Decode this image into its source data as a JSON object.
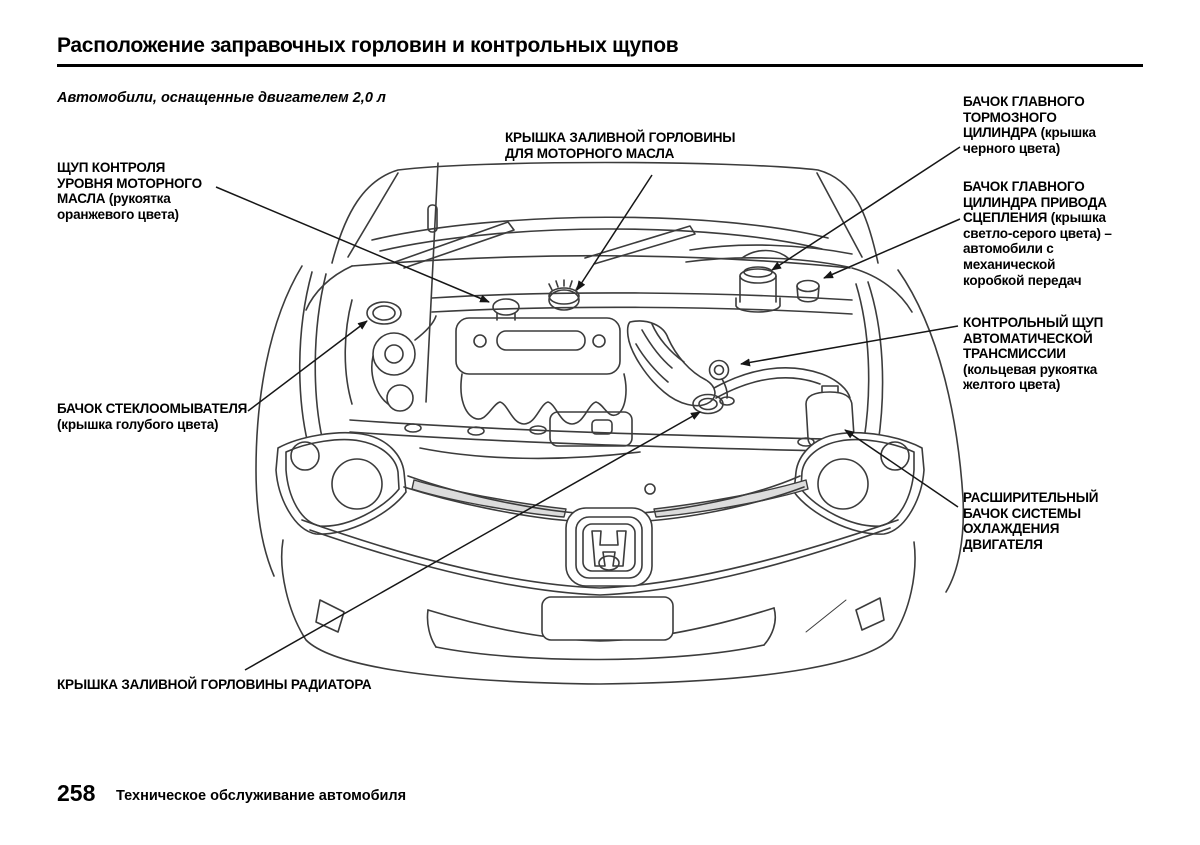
{
  "page": {
    "title": "Расположение заправочных горловин и контрольных щупов",
    "subtitle": "Автомобили, оснащенные двигателем 2,0 л",
    "footer": {
      "page_number": "258",
      "section_title": "Техническое обслуживание автомобиля"
    }
  },
  "diagram": {
    "callouts": {
      "oil_dipstick": {
        "text": "ЩУП КОНТРОЛЯ\nУРОВНЯ МОТОРНОГО\nМАСЛА (рукоятка\nоранжевого цвета)"
      },
      "oil_filler_cap": {
        "text": "КРЫШКА ЗАЛИВНОЙ ГОРЛОВИНЫ\nДЛЯ МОТОРНОГО МАСЛА"
      },
      "brake_reservoir": {
        "text": "БАЧОК ГЛАВНОГО\nТОРМОЗНОГО\nЦИЛИНДРА (крышка\nчерного цвета)"
      },
      "clutch_reservoir": {
        "text": "БАЧОК ГЛАВНОГО\nЦИЛИНДРА ПРИВОДА\nСЦЕПЛЕНИЯ (крышка\nсветло-серого цвета) –\nавтомобили с\nмеханической\nкоробкой передач"
      },
      "atf_dipstick": {
        "text": "КОНТРОЛЬНЫЙ ЩУП\nАВТОМАТИЧЕСКОЙ\nТРАНСМИССИИ\n(кольцевая рукоятка\nжелтого цвета)"
      },
      "coolant_tank": {
        "text": "РАСШИРИТЕЛЬНЫЙ\nБАЧОК СИСТЕМЫ\nОХЛАЖДЕНИЯ\nДВИГАТЕЛЯ"
      },
      "washer_reservoir": {
        "text": "БАЧОК СТЕКЛООМЫВАТЕЛЯ\n(крышка голубого цвета)"
      },
      "radiator_cap": {
        "text": "КРЫШКА ЗАЛИВНОЙ ГОРЛОВИНЫ РАДИАТОРА"
      }
    }
  },
  "colors": {
    "text": "#000000",
    "line_art": "#3c3c3c",
    "background": "#ffffff"
  }
}
